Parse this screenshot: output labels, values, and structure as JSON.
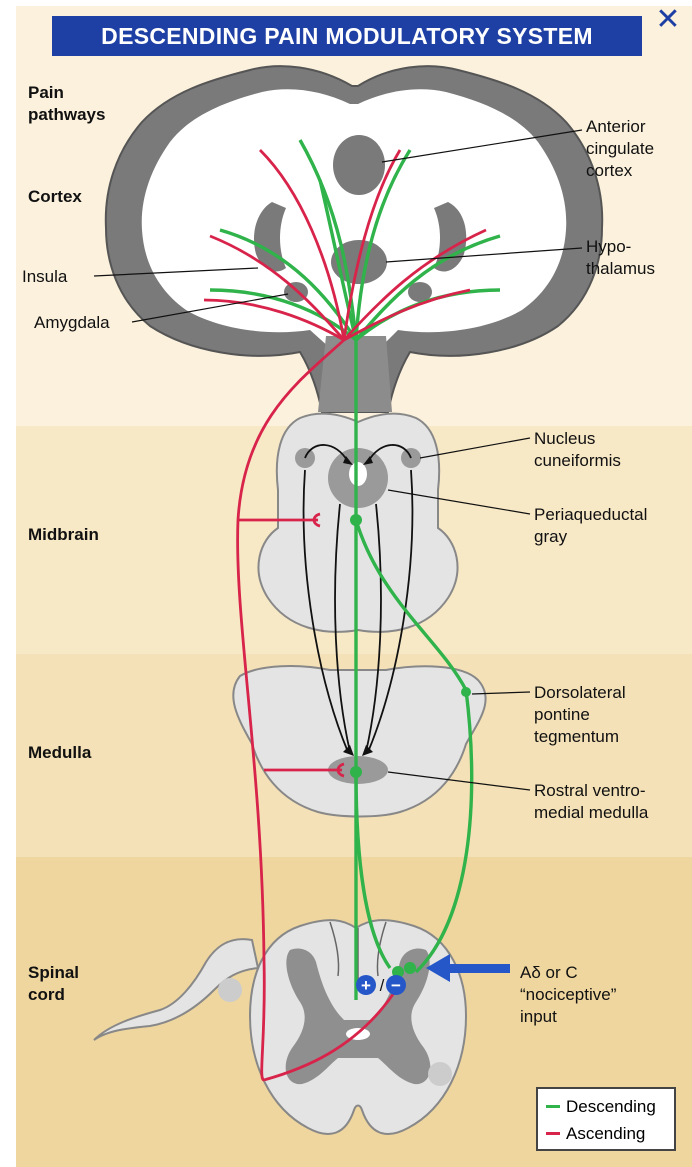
{
  "title": "DESCENDING PAIN MODULATORY SYSTEM",
  "close_glyph": "✕",
  "regions": {
    "pain_pathways": "Pain\npathways",
    "cortex": "Cortex",
    "midbrain": "Midbrain",
    "medulla": "Medulla",
    "spinal_cord": "Spinal\ncord"
  },
  "labels": {
    "anterior_cingulate": "Anterior\ncingulate\ncortex",
    "hypothalamus": "Hypo-\nthalamus",
    "insula": "Insula",
    "amygdala": "Amygdala",
    "nucleus_cuneiformis": "Nucleus\ncuneiformis",
    "periaqueductal_gray": "Periaqueductal\ngray",
    "dorsolateral_pontine": "Dorsolateral\npontine\ntegmentum",
    "rostral_ventromedial": "Rostral ventro-\nmedial medulla",
    "nociceptive_input": "Aδ or C\n“nociceptive”\ninput"
  },
  "modulation_signs": {
    "plus": "+",
    "slash": "/",
    "minus": "−"
  },
  "legend": [
    {
      "label": "Descending",
      "color": "#2fb34a"
    },
    {
      "label": "Ascending",
      "color": "#d8234a"
    }
  ],
  "colors": {
    "title_bg": "#1e3fa3",
    "descending": "#2fb34a",
    "ascending": "#d8234a",
    "tissue": "#e4e4e4",
    "gray_matter": "#8a8a8a",
    "input_arrow": "#2557c8"
  }
}
